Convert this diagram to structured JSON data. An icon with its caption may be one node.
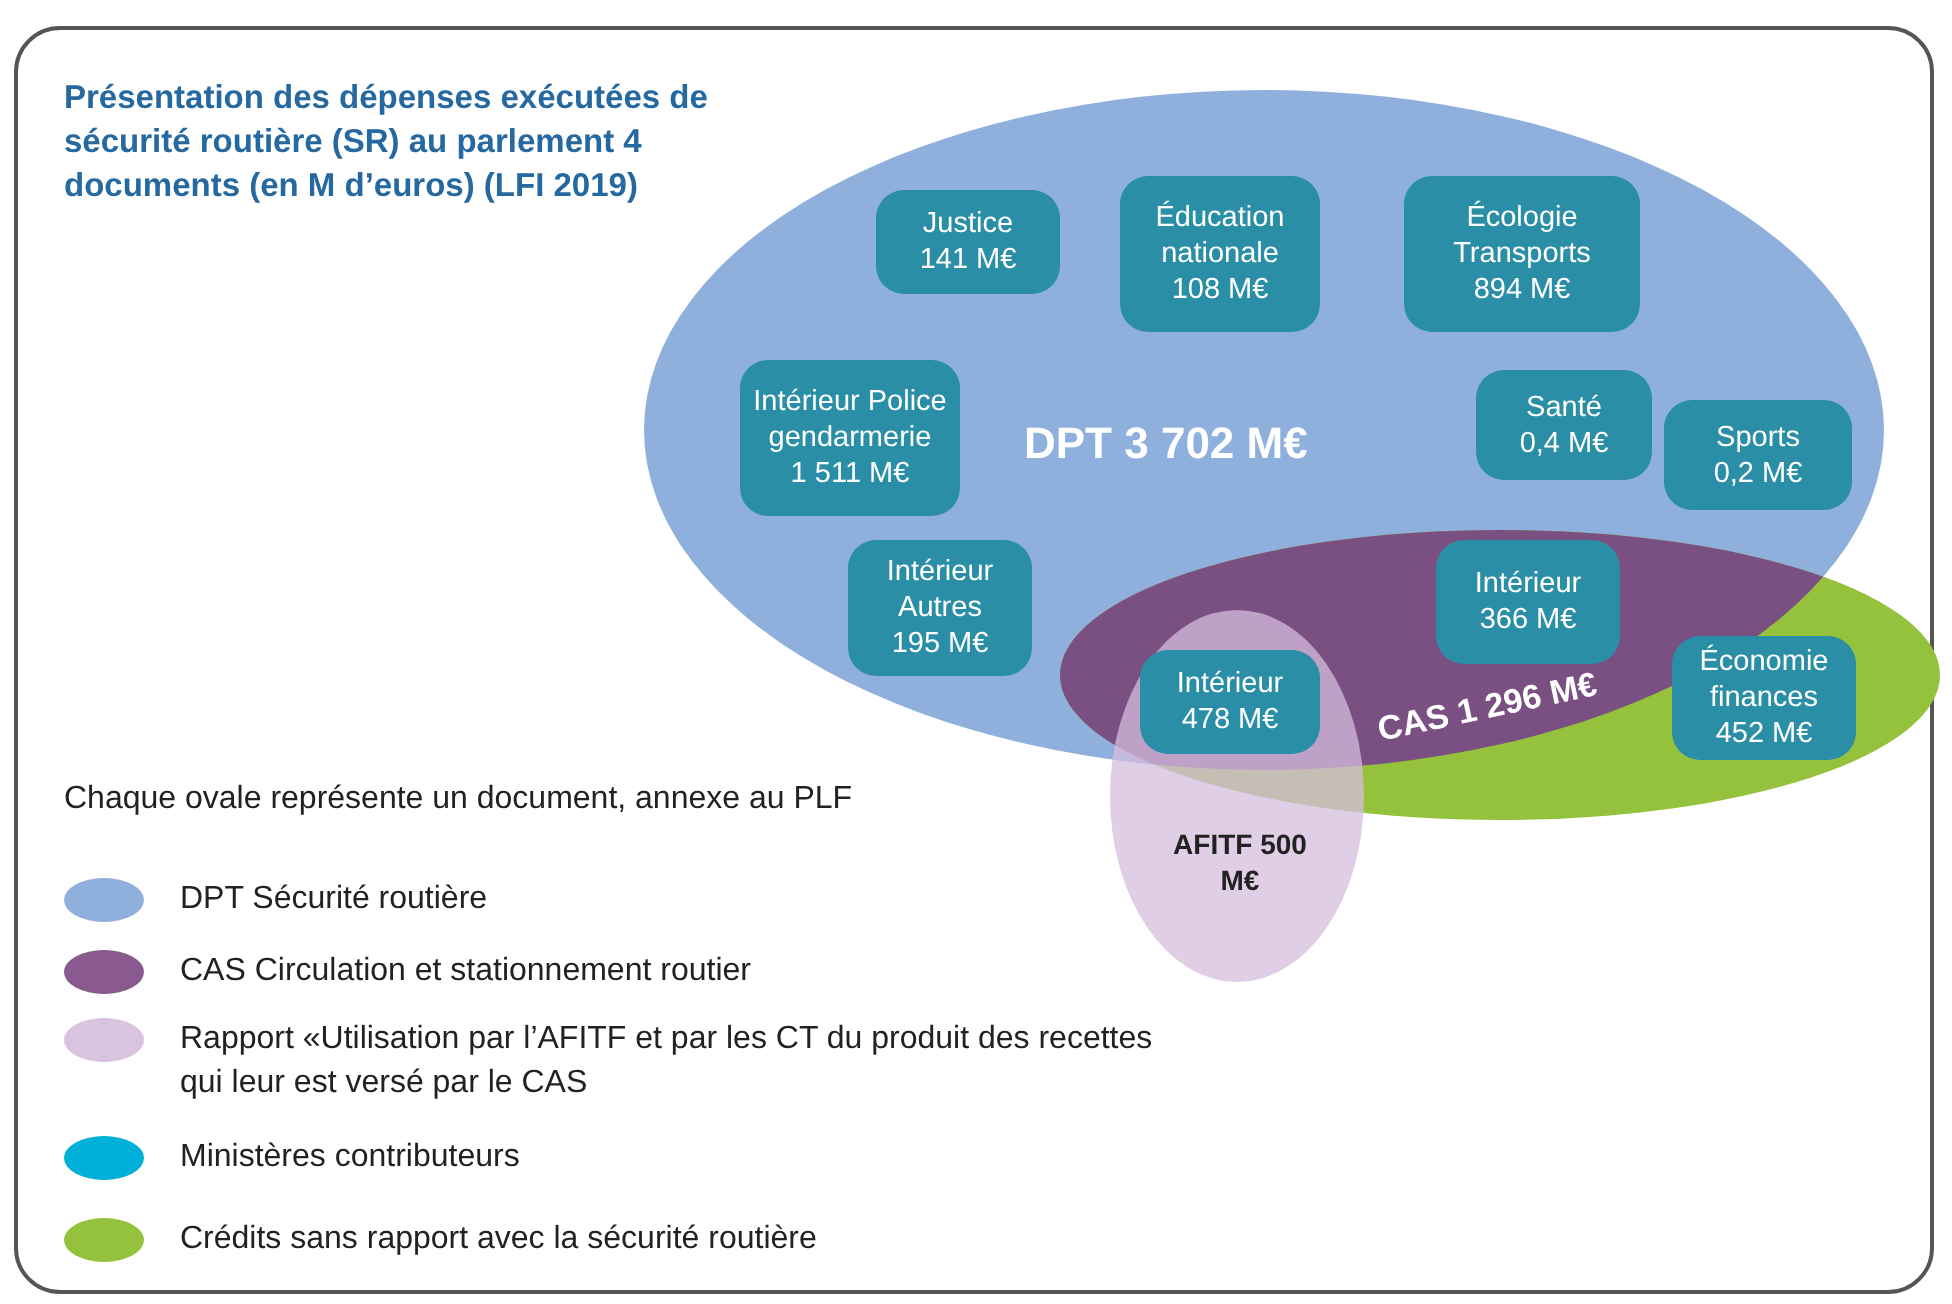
{
  "diagram": {
    "title": "Présentation des dépenses exécutées de sécurité routière (SR) au parlement 4 documents (en M d’euros) (LFI 2019)",
    "nodes": [
      {
        "text": [
          "DPT 3 702 M€"
        ]
      },
      {
        "text": [
          "Justice",
          "141 M€"
        ],
        "in": 0
      },
      {
        "text": [
          "Éducation nationale",
          "108 M€"
        ],
        "in": 0
      },
      {
        "text": [
          "Écologie Transports",
          "894 M€"
        ],
        "in": 0
      },
      {
        "text": [
          "Intérieur Police gendarmerie",
          "1 511 M€"
        ],
        "in": 0
      },
      {
        "text": [
          "Santé",
          "0,4 M€"
        ],
        "in": 0
      },
      {
        "text": [
          "Sports",
          "0,2 M€"
        ],
        "in": 0
      },
      {
        "text": [
          "Intérieur Autres",
          "195 M€"
        ],
        "in": 0
      },
      {
        "text": [
          "CAS 1 296 M€"
        ]
      },
      {
        "text": [
          "Intérieur",
          "366 M€"
        ]
      },
      {
        "text": [
          "Économie finances",
          "452 M€"
        ],
        "in": 8
      },
      {
        "text": [
          "AFITF 500 M€"
        ]
      },
      {
        "text": [
          "Intérieur",
          "478 M€"
        ]
      }
    ],
    "labels": [
      "Chaque ovale représente un document, annexe au PLF"
    ],
    "legend": [
      {
        "text": "DPT Sécurité routière",
        "color": "#8fb0dd"
      },
      {
        "text": "CAS Circulation et stationnement routier",
        "color": "#8a5a8e"
      },
      {
        "text": "Rapport «Utilisation par l’AFITF et par les CT du produit des recettes qui leur est versé par le CAS",
        "color": "#d9c3df"
      },
      {
        "text": "Ministères contributeurs",
        "color": "#00b0d8"
      },
      {
        "text": "Crédits sans rapport avec la sécurité routière",
        "color": "#94c23c"
      }
    ]
  }
}
